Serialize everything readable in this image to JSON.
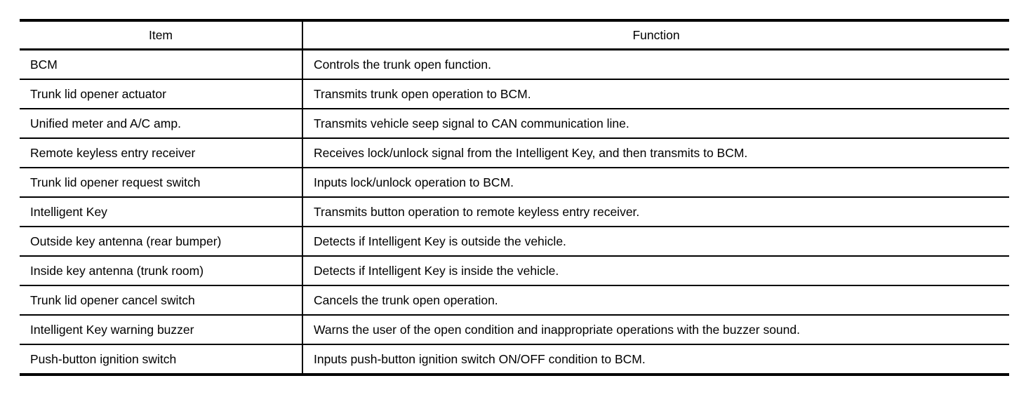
{
  "table": {
    "headers": {
      "item": "Item",
      "function": "Function"
    },
    "rows": [
      {
        "item": "BCM",
        "function": "Controls the trunk open function."
      },
      {
        "item": "Trunk lid opener actuator",
        "function": "Transmits trunk open operation to BCM."
      },
      {
        "item": "Unified meter and A/C amp.",
        "function": "Transmits vehicle seep signal to CAN communication line."
      },
      {
        "item": "Remote keyless entry receiver",
        "function": "Receives lock/unlock signal from the Intelligent Key, and then transmits to BCM."
      },
      {
        "item": "Trunk lid opener request switch",
        "function": "Inputs lock/unlock operation to BCM."
      },
      {
        "item": "Intelligent Key",
        "function": "Transmits button operation to remote keyless entry receiver."
      },
      {
        "item": "Outside key antenna (rear bumper)",
        "function": "Detects if Intelligent Key is outside the vehicle."
      },
      {
        "item": "Inside key antenna (trunk room)",
        "function": "Detects if Intelligent Key is inside the vehicle."
      },
      {
        "item": "Trunk lid opener cancel switch",
        "function": "Cancels the trunk open operation."
      },
      {
        "item": "Intelligent Key warning buzzer",
        "function": "Warns the user of the open condition and inappropriate operations with the buzzer sound."
      },
      {
        "item": "Push-button ignition switch",
        "function": "Inputs push-button ignition switch ON/OFF condition to BCM."
      }
    ],
    "colors": {
      "border": "#000000",
      "text": "#000000",
      "background": "#ffffff"
    }
  }
}
